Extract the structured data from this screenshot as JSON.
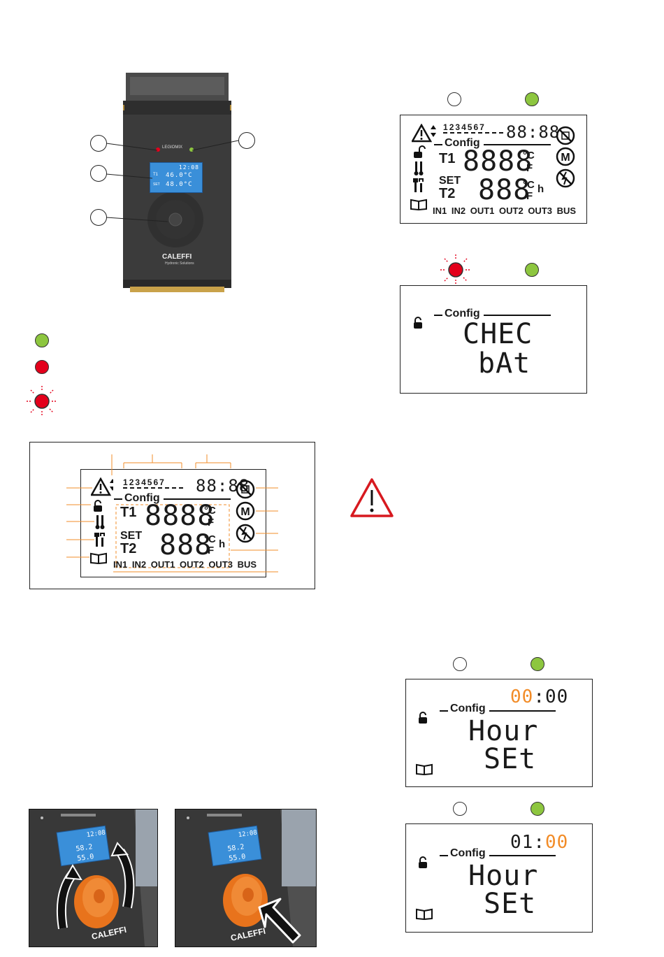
{
  "device": {
    "brand": "CALEFFI",
    "tagline": "Hydronic Solutions",
    "product": "LEGIOMIX",
    "mini_lcd": {
      "time": "12:08",
      "t1_label": "T1",
      "t1_value": "46.0°C",
      "set_label": "SET",
      "set_value": "48.0°C"
    }
  },
  "lcd_full": {
    "digits": [
      "1",
      "2",
      "3",
      "4",
      "5",
      "6",
      "7"
    ],
    "clock": "88:88",
    "config": "Config",
    "t1": "T1",
    "t1_value": "8888",
    "unit_c": "°C",
    "unit_f": "F",
    "set": "SET",
    "t2": "T2",
    "t2_value": "888",
    "unit_h": "h",
    "io_labels": [
      "IN1",
      "IN2",
      "OUT1",
      "OUT2",
      "OUT3",
      "BUS"
    ],
    "m_symbol": "M"
  },
  "lcd_check": {
    "config": "Config",
    "line1": "CHEC",
    "line2": "bAt"
  },
  "lcd_hour1": {
    "config": "Config",
    "time_hour": "00",
    "time_sep": ":",
    "time_min": "00",
    "line1": "Hour",
    "line2": "SEt"
  },
  "lcd_hour2": {
    "config": "Config",
    "time_hour": "01",
    "time_sep": ":",
    "time_min": "00",
    "line1": "Hour",
    "line2": "SEt"
  },
  "photos": {
    "left_mini": {
      "time": "12:08",
      "t1": "58.2",
      "set": "55.0"
    },
    "right_mini": {
      "time": "12:08",
      "t1": "58.2",
      "set": "55.0"
    }
  },
  "colors": {
    "led_green": "#8dc63f",
    "led_red": "#e3001b",
    "callout_orange": "#f28c28",
    "knob_orange": "#e8731c",
    "warning_red": "#d7191f",
    "lcd_blue": "#3a8fd9"
  },
  "icons": [
    "warning-icon",
    "lock-icon",
    "thermometer-icon",
    "tools-icon",
    "book-icon",
    "no-fan-icon",
    "m-icon",
    "no-power-icon",
    "knob-icon"
  ]
}
